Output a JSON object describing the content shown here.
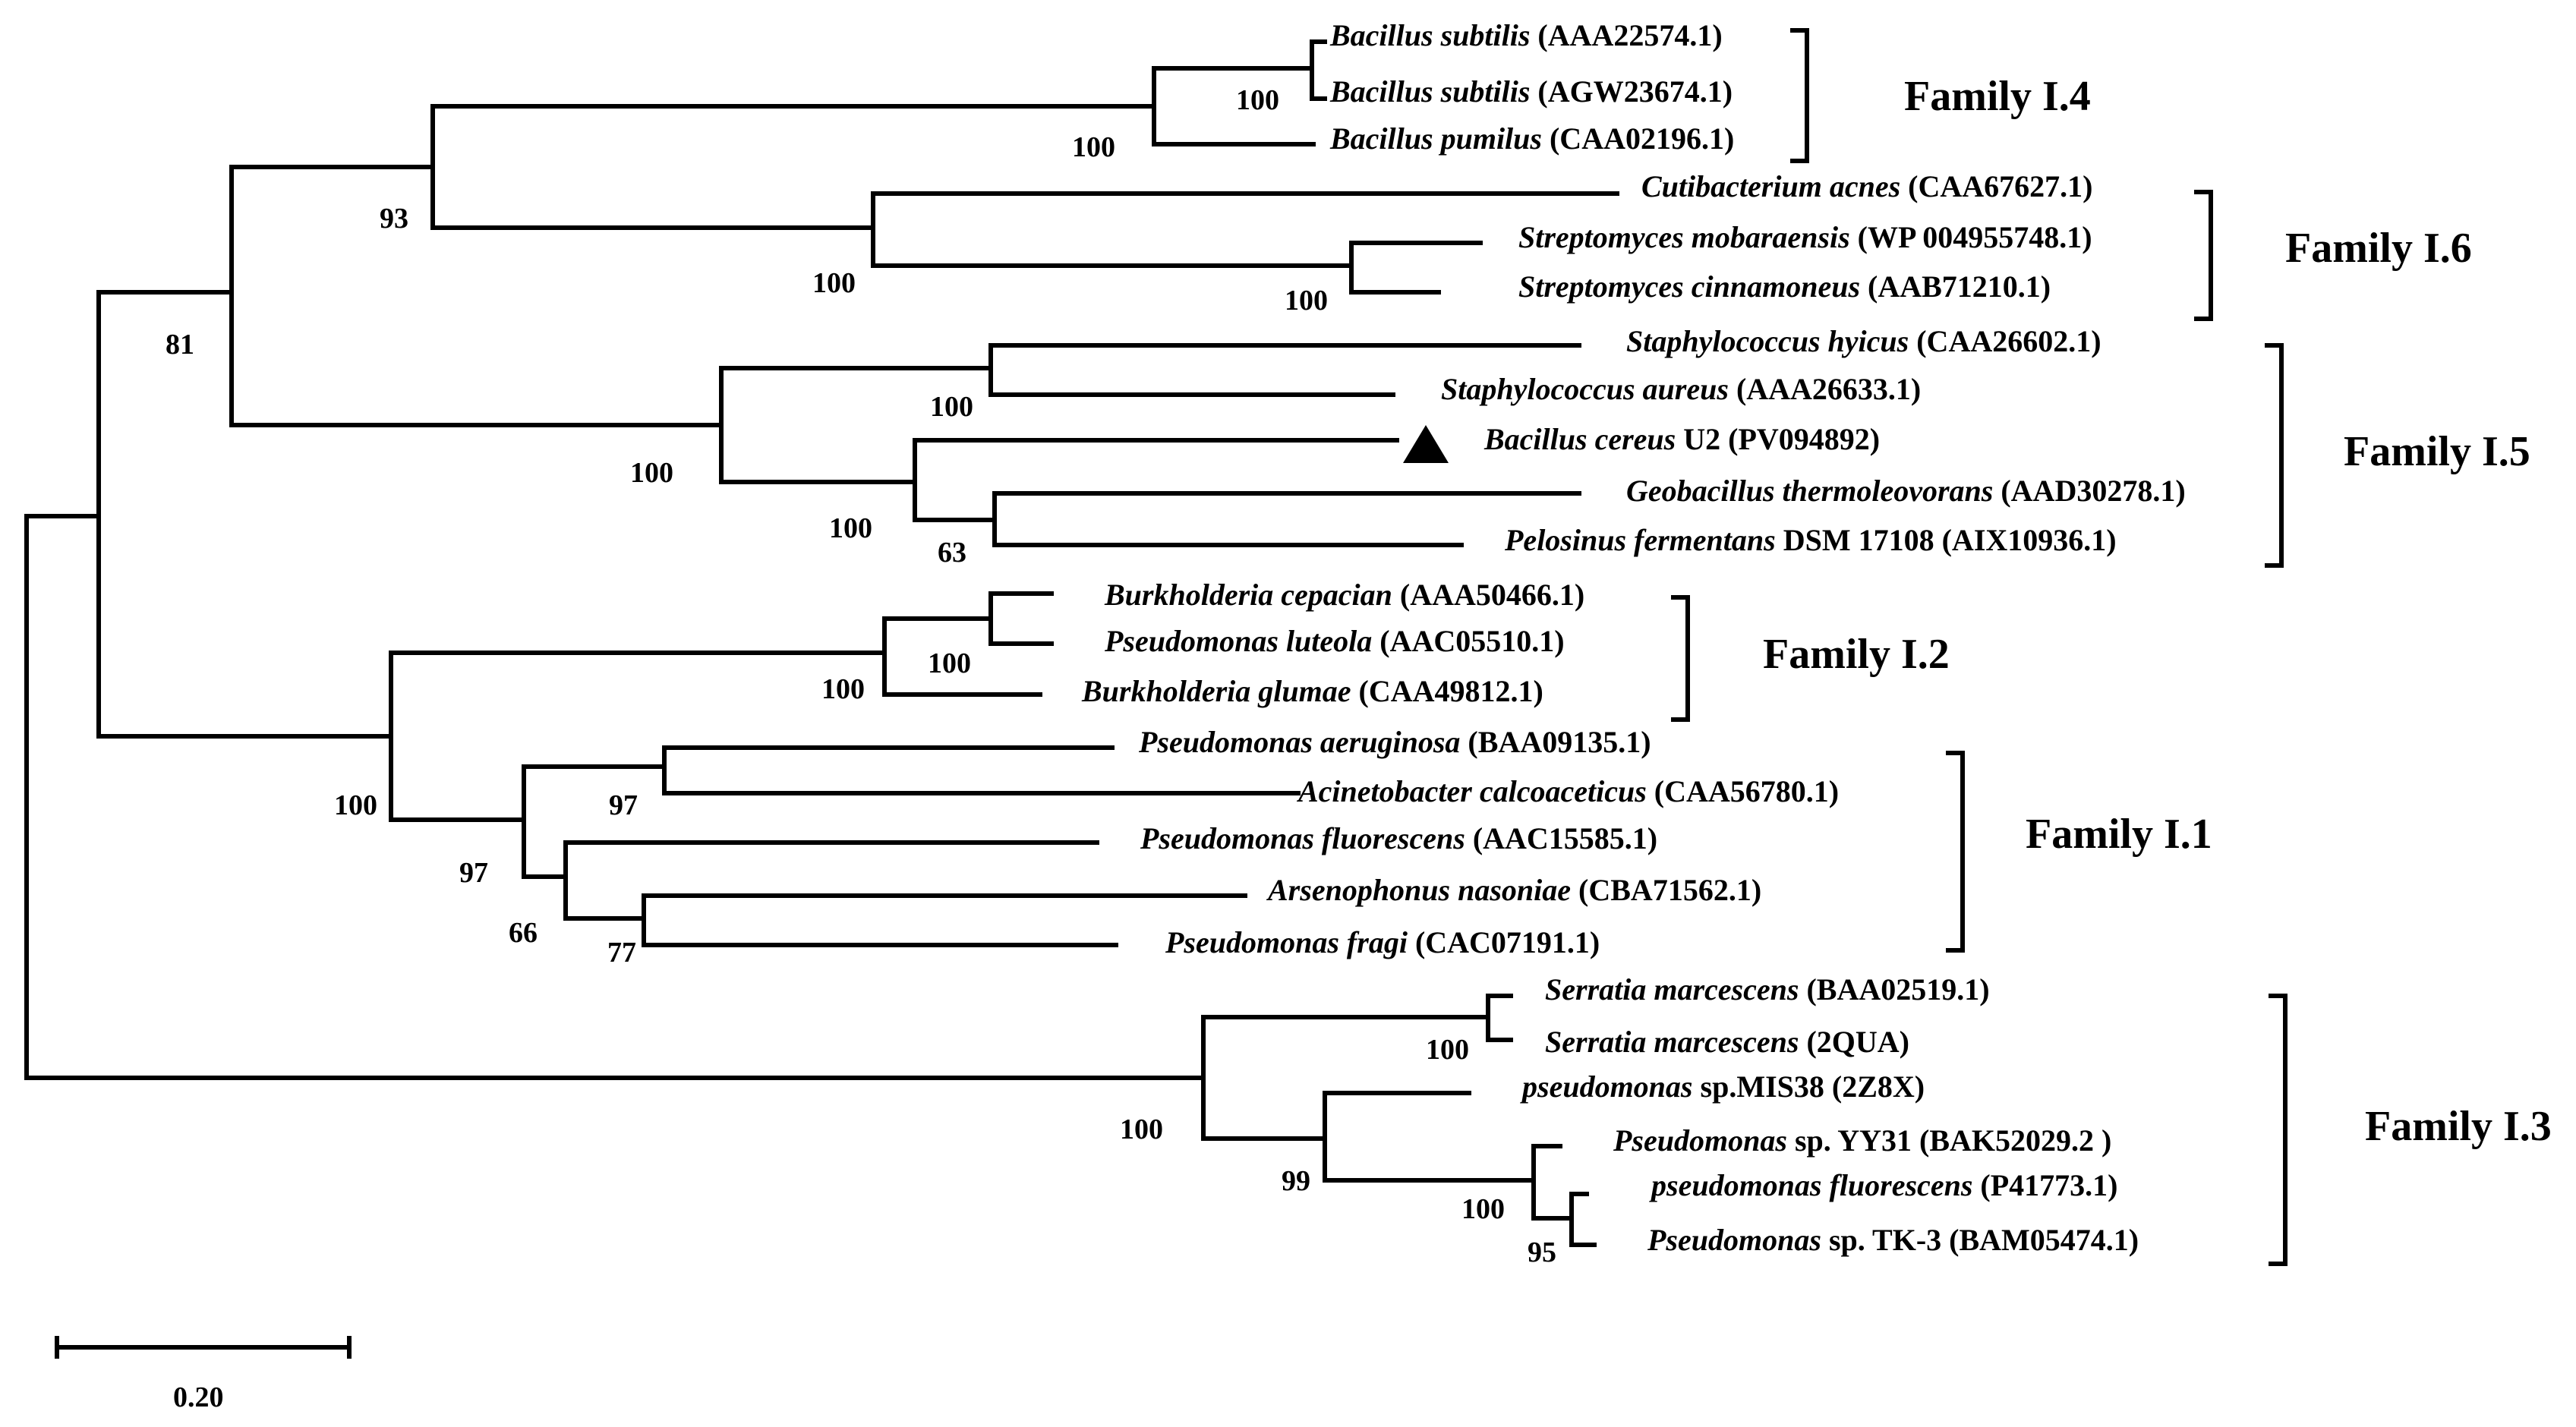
{
  "taxa": [
    {
      "id": "t1",
      "species": "Bacillus subtilis",
      "extra": "",
      "accession": "(AAA22574.1)"
    },
    {
      "id": "t2",
      "species": "Bacillus subtilis",
      "extra": "",
      "accession": "(AGW23674.1)"
    },
    {
      "id": "t3",
      "species": "Bacillus pumilus",
      "extra": "",
      "accession": "(CAA02196.1)"
    },
    {
      "id": "t4",
      "species": "Cutibacterium acnes",
      "extra": "",
      "accession": "(CAA67627.1)"
    },
    {
      "id": "t5",
      "species": "Streptomyces mobaraensis",
      "extra": "",
      "accession": "(WP 004955748.1)"
    },
    {
      "id": "t6",
      "species": "Streptomyces cinnamoneus",
      "extra": "",
      "accession": "(AAB71210.1)"
    },
    {
      "id": "t7",
      "species": "Staphylococcus hyicus",
      "extra": "",
      "accession": "(CAA26602.1)"
    },
    {
      "id": "t8",
      "species": "Staphylococcus aureus",
      "extra": "",
      "accession": "(AAA26633.1)"
    },
    {
      "id": "t9",
      "species": "Bacillus cereus",
      "extra": "U2",
      "accession": "(PV094892)"
    },
    {
      "id": "t10",
      "species": "Geobacillus thermoleovorans",
      "extra": "",
      "accession": "(AAD30278.1)"
    },
    {
      "id": "t11",
      "species": "Pelosinus fermentans",
      "extra": "DSM 17108",
      "accession": "(AIX10936.1)"
    },
    {
      "id": "t12",
      "species": "Burkholderia cepacian",
      "extra": "",
      "accession": "(AAA50466.1)"
    },
    {
      "id": "t13",
      "species": "Pseudomonas luteola",
      "extra": "",
      "accession": "(AAC05510.1)"
    },
    {
      "id": "t14",
      "species": "Burkholderia glumae",
      "extra": "",
      "accession": "(CAA49812.1)"
    },
    {
      "id": "t15",
      "species": "Pseudomonas aeruginosa",
      "extra": "",
      "accession": "(BAA09135.1)"
    },
    {
      "id": "t16",
      "species": "Acinetobacter calcoaceticus",
      "extra": "",
      "accession": "(CAA56780.1)"
    },
    {
      "id": "t17",
      "species": "Pseudomonas fluorescens",
      "extra": "",
      "accession": "(AAC15585.1)"
    },
    {
      "id": "t18",
      "species": "Arsenophonus nasoniae",
      "extra": "",
      "accession": "(CBA71562.1)"
    },
    {
      "id": "t19",
      "species": "Pseudomonas fragi",
      "extra": "",
      "accession": "(CAC07191.1)"
    },
    {
      "id": "t20",
      "species": "Serratia marcescens",
      "extra": "",
      "accession": "(BAA02519.1)"
    },
    {
      "id": "t21",
      "species": "Serratia marcescens",
      "extra": "",
      "accession": "(2QUA)"
    },
    {
      "id": "t22",
      "species": "pseudomonas",
      "extra": "sp.MIS38",
      "accession": "(2Z8X)"
    },
    {
      "id": "t23",
      "species": "Pseudomonas",
      "extra": "sp. YY31",
      "accession": "(BAK52029.2 )"
    },
    {
      "id": "t24",
      "species": "pseudomonas fluorescens",
      "extra": "",
      "accession": "(P41773.1)"
    },
    {
      "id": "t25",
      "species": "Pseudomonas",
      "extra": "sp. TK-3",
      "accession": "(BAM05474.1)"
    }
  ],
  "bootstraps": [
    {
      "id": "b1",
      "value": "100"
    },
    {
      "id": "b2",
      "value": "100"
    },
    {
      "id": "b3",
      "value": "93"
    },
    {
      "id": "b4",
      "value": "100"
    },
    {
      "id": "b5",
      "value": "100"
    },
    {
      "id": "b6",
      "value": "81"
    },
    {
      "id": "b7",
      "value": "100"
    },
    {
      "id": "b8",
      "value": "100"
    },
    {
      "id": "b9",
      "value": "100"
    },
    {
      "id": "b10",
      "value": "63"
    },
    {
      "id": "b11",
      "value": "100"
    },
    {
      "id": "b12",
      "value": "100"
    },
    {
      "id": "b13",
      "value": "100"
    },
    {
      "id": "b14",
      "value": "97"
    },
    {
      "id": "b15",
      "value": "97"
    },
    {
      "id": "b16",
      "value": "66"
    },
    {
      "id": "b17",
      "value": "77"
    },
    {
      "id": "b18",
      "value": "100"
    },
    {
      "id": "b19",
      "value": "100"
    },
    {
      "id": "b20",
      "value": "99"
    },
    {
      "id": "b21",
      "value": "100"
    },
    {
      "id": "b22",
      "value": "95"
    }
  ],
  "families": [
    {
      "id": "f14",
      "label": "Family I.4"
    },
    {
      "id": "f16",
      "label": "Family I.6"
    },
    {
      "id": "f15",
      "label": "Family I.5"
    },
    {
      "id": "f12",
      "label": "Family I.2"
    },
    {
      "id": "f11",
      "label": "Family I.1"
    },
    {
      "id": "f13",
      "label": "Family I.3"
    }
  ],
  "scale_bar": {
    "label": "0.20",
    "length": 0.2
  },
  "marker": {
    "shape": "filled-triangle",
    "taxon": "t9",
    "color": "#000000"
  }
}
